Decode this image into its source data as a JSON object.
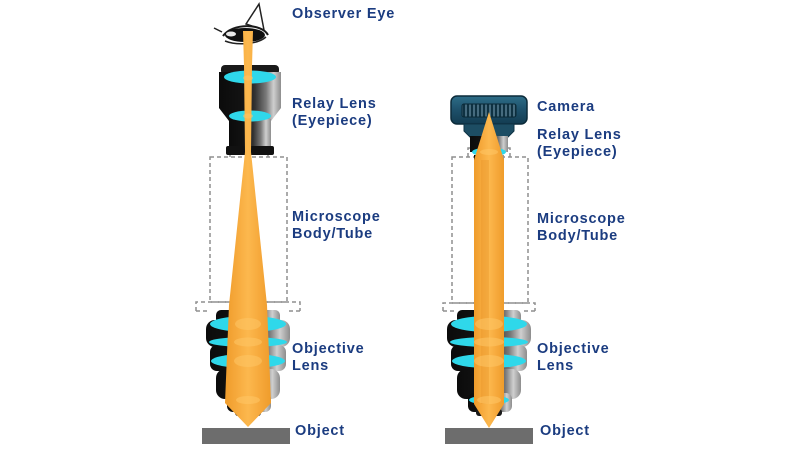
{
  "diagram": {
    "title": "",
    "type": "microscope-optical-path-comparison",
    "colors": {
      "label_text": "#1b3c80",
      "light_beam_orange": "#f6a93c",
      "lens_cyan": "#2fd8ea",
      "camera_body_blue": "#1d506a",
      "object_gray": "#6d6d6d",
      "tube_dashed_outline": "#8f8f8f",
      "background": "#ffffff"
    },
    "left_path": {
      "name": "observer-eye-viewing-path",
      "labels": {
        "eye": "Observer Eye",
        "relay": "Relay Lens\n(Eyepiece)",
        "body": "Microscope\nBody/Tube",
        "objective": "Objective\nLens",
        "object": "Object"
      }
    },
    "right_path": {
      "name": "camera-viewing-path",
      "labels": {
        "camera": "Camera",
        "relay": "Relay Lens\n(Eyepiece)",
        "body": "Microscope\nBody/Tube",
        "objective": "Objective\nLens",
        "object": "Object"
      }
    },
    "icons": [
      "observer-eye-icon",
      "camera-icon",
      "relay-lens-eyepiece-icon",
      "objective-lens-icon",
      "light-beam-icon",
      "object-stage-icon"
    ]
  }
}
